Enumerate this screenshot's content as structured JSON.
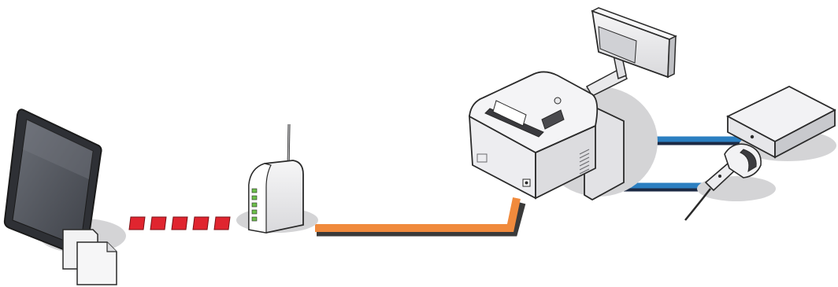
{
  "diagram": {
    "nodes": [
      {
        "id": "tablet",
        "kind": "tablet-device",
        "icon": "tablet-icon"
      },
      {
        "id": "documents",
        "kind": "document-stack",
        "icon": "document-icon"
      },
      {
        "id": "router",
        "kind": "wireless-access-point",
        "icon": "wifi-router-icon"
      },
      {
        "id": "printer",
        "kind": "receipt-printer",
        "icon": "printer-icon"
      },
      {
        "id": "customer-display",
        "kind": "pole-display",
        "icon": "display-icon"
      },
      {
        "id": "cash-drawer",
        "kind": "cash-drawer",
        "icon": "cash-drawer-icon"
      },
      {
        "id": "barcode-scanner",
        "kind": "handheld-barcode-scanner",
        "icon": "barcode-scanner-icon"
      }
    ],
    "links": [
      {
        "from": "tablet",
        "to": "router",
        "style": "dashed-wireless",
        "color": "#e0252f"
      },
      {
        "from": "router",
        "to": "printer",
        "style": "wired-lan",
        "color": "#f08a3c"
      },
      {
        "from": "printer",
        "to": "cash-drawer",
        "style": "wired-peripheral",
        "color": "#2b7fc1"
      },
      {
        "from": "printer",
        "to": "barcode-scanner",
        "style": "wired-peripheral",
        "color": "#2b7fc1"
      }
    ]
  },
  "colors": {
    "wireless": "#e0252f",
    "lan": "#f08a3c",
    "peripheral": "#2b7fc1",
    "shadow": "#d4d4d6",
    "device_outline": "#2a2a2a",
    "device_body": "#ececee",
    "screen": "#545860"
  }
}
